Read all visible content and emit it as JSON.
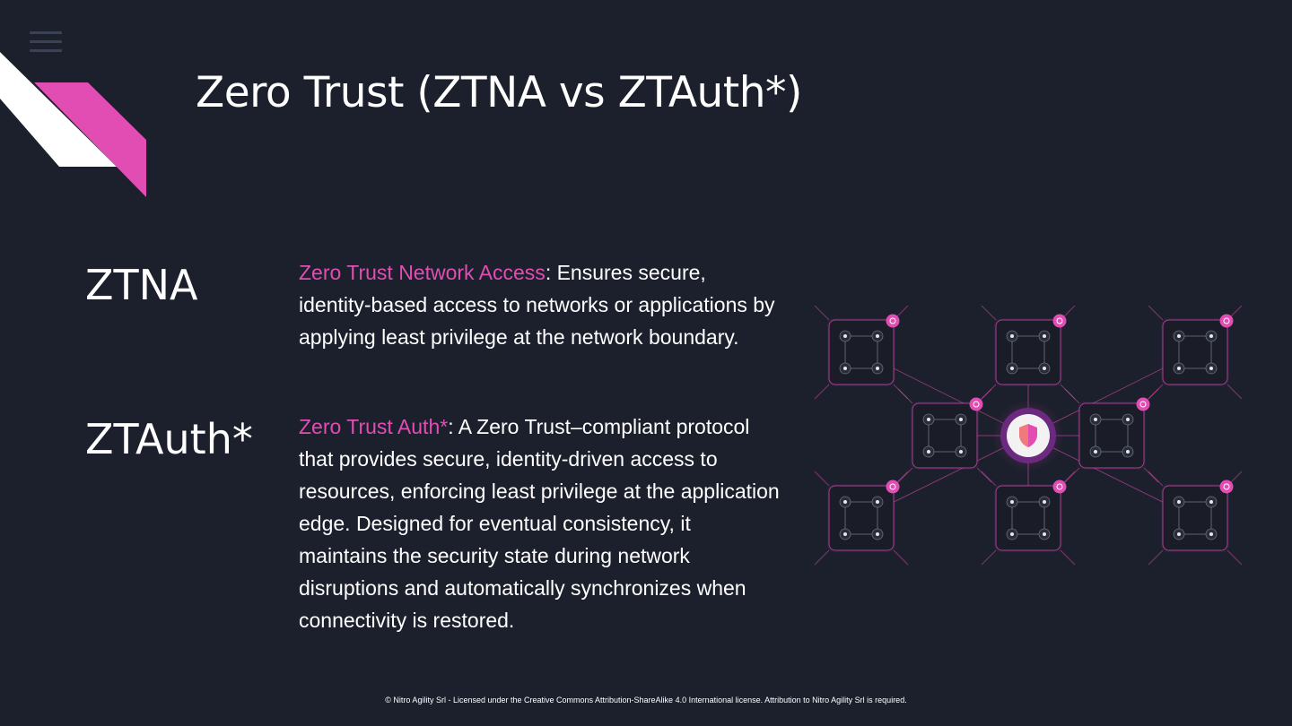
{
  "colors": {
    "background": "#1c202c",
    "accent": "#e24db4",
    "menu_icon": "#3b4257",
    "text": "#ffffff"
  },
  "icons": {
    "menu": "hamburger-menu-icon",
    "logo": "nitro-agility-corner-logo",
    "illustration_center": "shield-icon"
  },
  "slide": {
    "title": "Zero Trust (ZTNA vs ZTAuth*)"
  },
  "ztna": {
    "term": "ZTNA",
    "highlight": "Zero Trust Network Access",
    "description": ": Ensures secure, identity-based access to networks or applications by applying least privilege at the network boundary."
  },
  "ztauth": {
    "term": "ZTAuth*",
    "highlight": "Zero Trust Auth*",
    "description": ": A Zero Trust–compliant protocol that provides secure, identity-driven access to resources, enforcing least privilege at the application edge. Designed for eventual consistency, it maintains the security state during network disruptions and automatically synchronizes when connectivity is restored."
  },
  "footer": {
    "license": "© Nitro Agility Srl - Licensed under the Creative Commons Attribution-ShareAlike 4.0 International license. Attribution to Nitro Agility Srl is required."
  }
}
